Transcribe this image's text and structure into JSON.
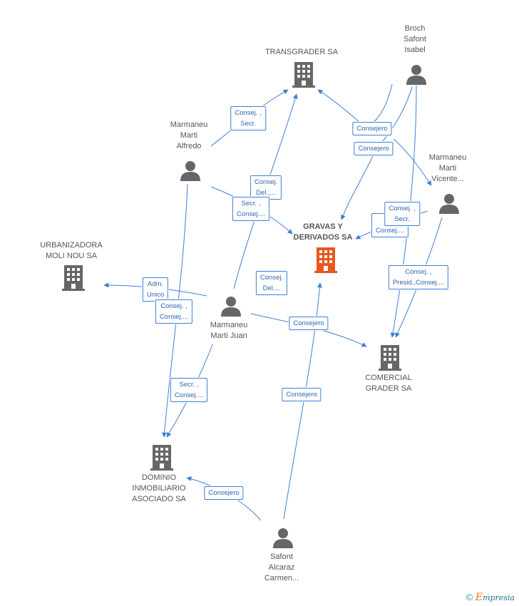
{
  "colors": {
    "edge": "#3d7fd6",
    "node": "#666666",
    "focus": "#e8561e"
  },
  "nodes": {
    "transgrader": {
      "label": "TRANSGRADER SA",
      "kind": "company"
    },
    "gravas": {
      "label": "GRAVAS Y\nDERIVADOS SA",
      "kind": "company-focus"
    },
    "urbanizadora": {
      "label": "URBANIZADORA\nMOLI NOU SA",
      "kind": "company"
    },
    "comercial": {
      "label": "COMERCIAL\nGRADER SA",
      "kind": "company"
    },
    "dominio": {
      "label": "DOMINIO\nINMOBILIARIO\nASOCIADO SA",
      "kind": "company"
    },
    "broch": {
      "label": "Broch\nSafont\nIsabel",
      "kind": "person"
    },
    "alfredo": {
      "label": "Marmaneu\nMarti\nAlfredo",
      "kind": "person"
    },
    "vicente": {
      "label": "Marmaneu\nMarti\nVicente...",
      "kind": "person"
    },
    "juan": {
      "label": "Marmaneu\nMarti Juan",
      "kind": "person"
    },
    "carmen": {
      "label": "Safont\nAlcaraz\nCarmen...",
      "kind": "person"
    }
  },
  "edge_labels": {
    "alfredo_transgrader": "Consej. ,\nSecr.",
    "broch_transgrader": "Consejero",
    "broch_gravas": "Consejero",
    "juan_transgrader": "Consej.\nDel.,...",
    "alfredo_gravas": "Secr. ,\nConsej....",
    "vicente_gravas_1": "P...\nConsej....",
    "vicente_gravas_2": "Consej. ,\nSecr.",
    "juan_gravas": "Consej.\nDel....",
    "juan_urbanizadora": "Adm.\nUnico",
    "alfredo_dominio": "Consej. ,\nConsej....",
    "vicente_comercial": "Consej. ,\nPresid.,Consej....",
    "juan_comercial": "Consejero",
    "juan_dominio": "Secr. ,\nConsej....",
    "carmen_gravas": "Consejero",
    "carmen_dominio": "Consejero"
  },
  "footer": {
    "symbol": "©",
    "brand_first": "E",
    "brand_rest": "mpresia"
  }
}
